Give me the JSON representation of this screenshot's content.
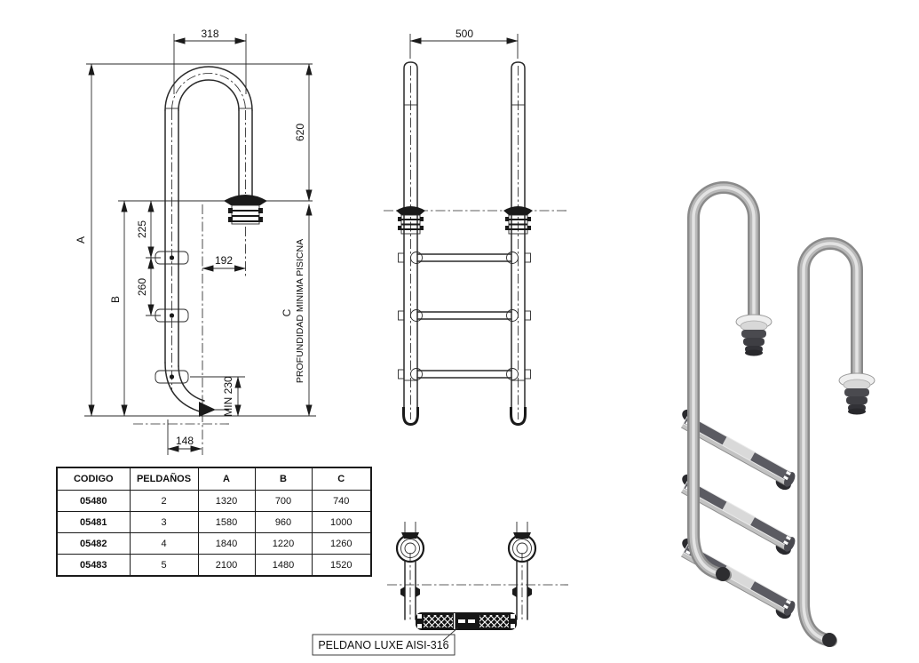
{
  "side_view": {
    "labels": {
      "top_width": "318",
      "deck_height": "620",
      "overall_height": "A",
      "lower_height": "B",
      "depth_letter": "C",
      "step_gap_top": "225",
      "step_gap": "260",
      "wall_offset": "192",
      "foot_min": "MIN 230",
      "foot_width": "148",
      "depth_note": "PROFUNDIDAD MINIMA PISICNA"
    }
  },
  "front_view": {
    "labels": {
      "rail_spacing": "500"
    }
  },
  "top_view": {
    "labels": {
      "step_callout": "PELDANO LUXE AISI-316"
    }
  },
  "spec_table": {
    "headers": [
      "CODIGO",
      "PELDAÑOS",
      "A",
      "B",
      "C"
    ],
    "rows": [
      [
        "05480",
        "2",
        "1320",
        "700",
        "740"
      ],
      [
        "05481",
        "3",
        "1580",
        "960",
        "1000"
      ],
      [
        "05482",
        "4",
        "1840",
        "1220",
        "1260"
      ],
      [
        "05483",
        "5",
        "2100",
        "1480",
        "1520"
      ]
    ]
  },
  "colors": {
    "ink": "#2a2a2a",
    "steel_dark": "#8a8a8a",
    "steel_mid": "#b9b9b9",
    "steel_light": "#e3e3e3",
    "tread_dark": "#5b5b62",
    "tread_light": "#d9d9d9"
  }
}
